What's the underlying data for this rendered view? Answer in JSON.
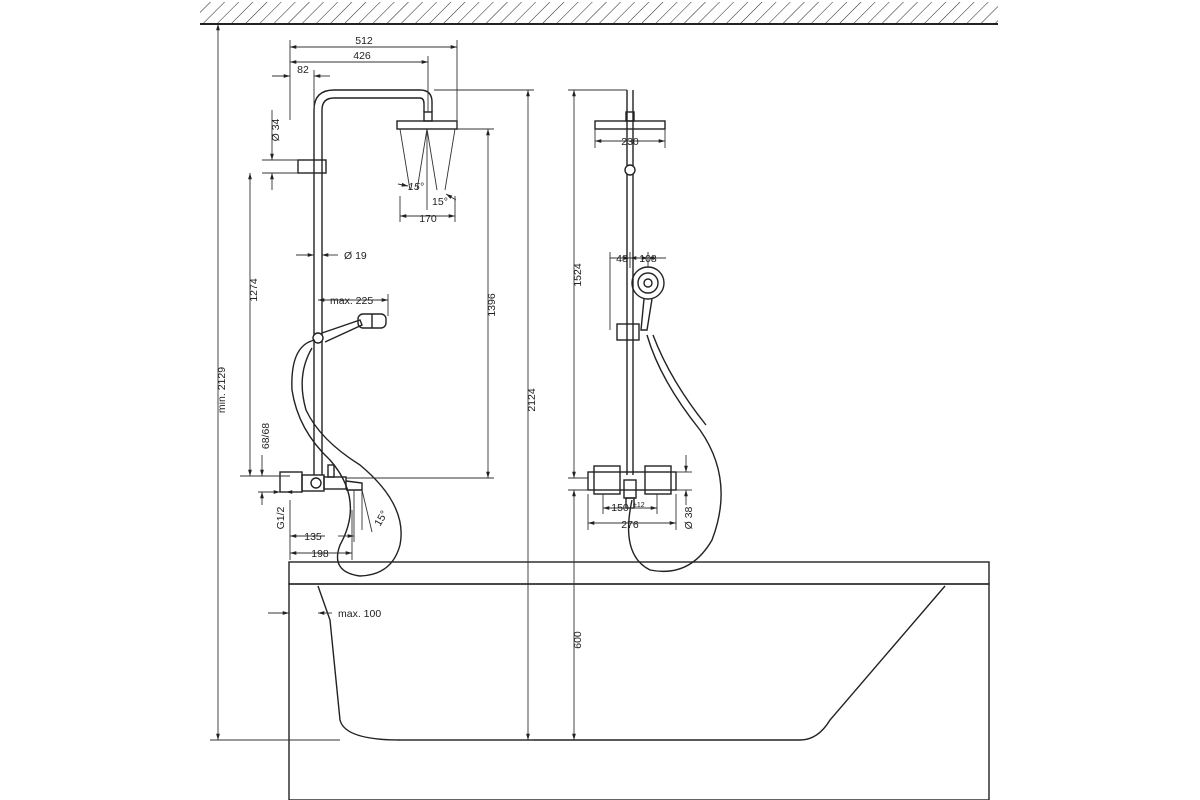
{
  "dimensions": {
    "d512": "512",
    "d426": "426",
    "d82": "82",
    "d34": "Ø 34",
    "d15a": "15°",
    "d15b": "15°",
    "d170": "170",
    "d19": "Ø 19",
    "dmax225": "max. 225",
    "d1274": "1274",
    "d1396": "1396",
    "d2124": "2124",
    "dmin2129": "min. 2129",
    "d6868": "68/68",
    "dG12": "G1/2",
    "d135": "135",
    "d198": "198",
    "d15c": "15°",
    "dmax100": "max. 100",
    "d230": "230",
    "d1524": "1524",
    "d48": "48",
    "d108": "108",
    "d150": "150",
    "d150tol": "±12",
    "d276": "276",
    "d38": "Ø 38",
    "d600": "600"
  }
}
